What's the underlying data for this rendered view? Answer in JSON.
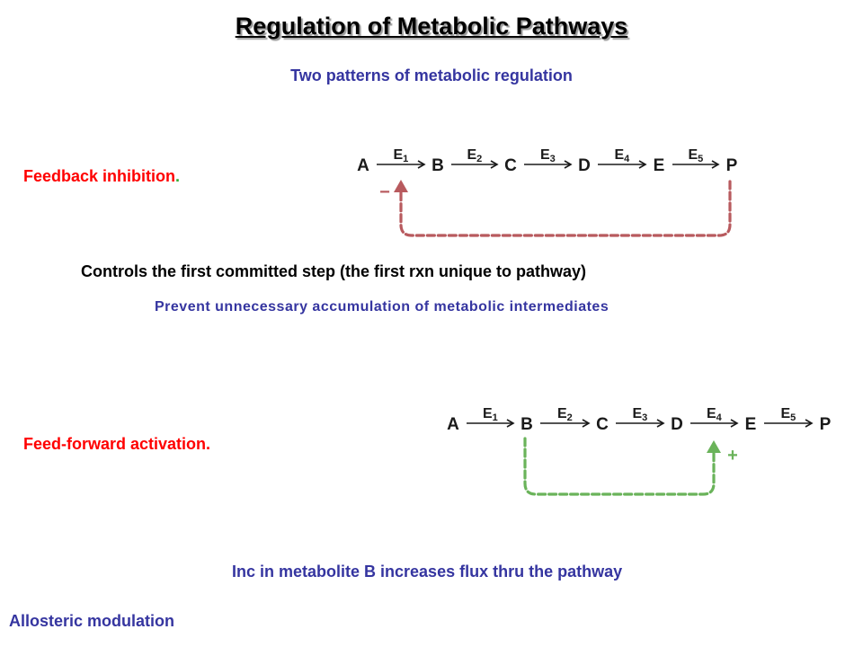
{
  "title": "Regulation of Metabolic Pathways",
  "subtitle": "Two patterns of metabolic regulation",
  "feedback": {
    "label": "Feedback inhibition",
    "period": ".",
    "metabolites": [
      "A",
      "B",
      "C",
      "D",
      "E",
      "P"
    ],
    "enzymes": [
      {
        "letter": "E",
        "sub": "1"
      },
      {
        "letter": "E",
        "sub": "2"
      },
      {
        "letter": "E",
        "sub": "3"
      },
      {
        "letter": "E",
        "sub": "4"
      },
      {
        "letter": "E",
        "sub": "5"
      }
    ],
    "sign": "−",
    "description": "Controls the first committed step (the first rxn unique to pathway)",
    "note": "Prevent unnecessary accumulation of metabolic intermediates"
  },
  "feedforward": {
    "label": "Feed-forward activation.",
    "metabolites": [
      "A",
      "B",
      "C",
      "D",
      "E",
      "P"
    ],
    "enzymes": [
      {
        "letter": "E",
        "sub": "1"
      },
      {
        "letter": "E",
        "sub": "2"
      },
      {
        "letter": "E",
        "sub": "3"
      },
      {
        "letter": "E",
        "sub": "4"
      },
      {
        "letter": "E",
        "sub": "5"
      }
    ],
    "sign": "+",
    "description": "Inc in metabolite B increases flux thru the pathway"
  },
  "footer": "Allosteric modulation",
  "colors": {
    "title": "#000000",
    "blue_text": "#3535a0",
    "red_text": "#ff0000",
    "green_period": "#33aa33",
    "inhibition_arrow": "#b85a5e",
    "activation_arrow": "#6ab35a",
    "pathway_text": "#1a1a1a"
  }
}
